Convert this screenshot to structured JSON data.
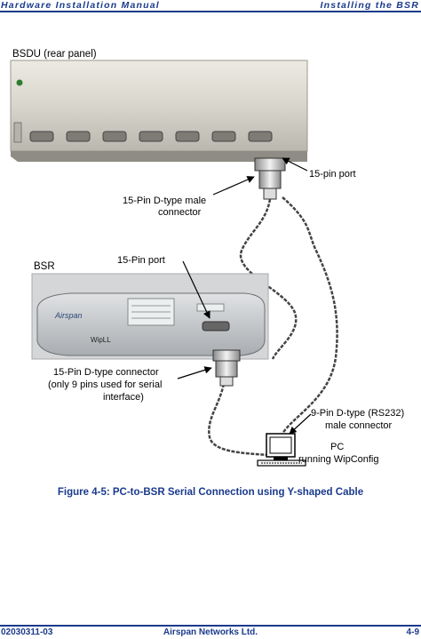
{
  "header": {
    "left": "Hardware Installation Manual",
    "right": "Installing the BSR"
  },
  "figure": {
    "bsdu_label": "BSDU (rear panel)",
    "bsr_label": "BSR",
    "pin15_port_top": "15-pin port",
    "male_connector_line1": "15-Pin D-type male",
    "male_connector_line2": "connector",
    "pin15_port_bsr": "15-Pin port",
    "dtype_connector_line1": "15-Pin D-type connector",
    "dtype_connector_line2": "(only 9 pins used for serial",
    "dtype_connector_line3": "interface)",
    "rs232_line1": "9-Pin D-type (RS232)",
    "rs232_line2": "male connector",
    "pc_line1": "PC",
    "pc_line2": "running WipConfig",
    "bsr_brand": "Airspan",
    "bsr_model": "WipLL"
  },
  "caption": "Figure 4-5:  PC-to-BSR Serial Connection using Y-shaped Cable",
  "footer": {
    "left": "02030311-03",
    "center": "Airspan Networks Ltd.",
    "right": "4-9"
  }
}
